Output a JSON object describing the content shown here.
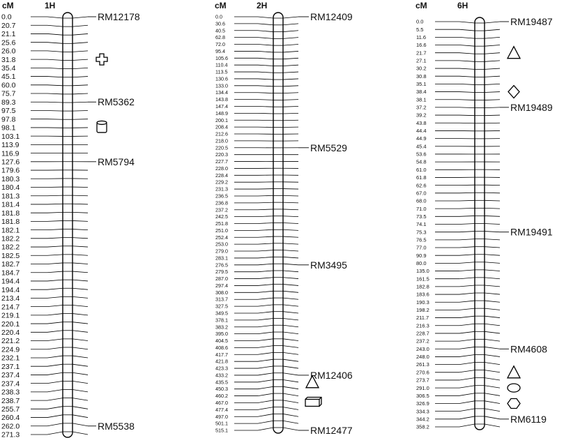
{
  "maps": [
    {
      "title": "1H",
      "unit_label": "cM",
      "positions": [
        "0.0",
        "20.7",
        "21.1",
        "25.6",
        "26.0",
        "31.8",
        "35.4",
        "45.1",
        "60.0",
        "75.7",
        "89.3",
        "97.5",
        "97.8",
        "98.1",
        "103.1",
        "113.9",
        "116.9",
        "127.6",
        "179.6",
        "180.3",
        "180.4",
        "181.3",
        "181.4",
        "181.8",
        "181.8",
        "182.1",
        "182.2",
        "182.2",
        "182.5",
        "182.7",
        "184.7",
        "194.4",
        "194.4",
        "213.4",
        "214.7",
        "219.1",
        "220.1",
        "220.4",
        "221.2",
        "224.9",
        "232.1",
        "237.1",
        "237.4",
        "237.4",
        "238.3",
        "238.7",
        "255.7",
        "260.4",
        "262.0",
        "271.3"
      ],
      "markers": [
        {
          "name": "RM12178",
          "row": 0
        },
        {
          "name": "RM5362",
          "row": 10
        },
        {
          "name": "RM5794",
          "row": 17
        },
        {
          "name": "RM5538",
          "row": 48
        }
      ],
      "symbols": [
        {
          "shape": "cross-symbol",
          "row": 5
        },
        {
          "shape": "cylinder-symbol",
          "row": 13
        }
      ]
    },
    {
      "title": "2H",
      "unit_label": "cM",
      "positions": [
        "0.0",
        "30.6",
        "40.5",
        "62.8",
        "72.0",
        "95.4",
        "105.6",
        "110.4",
        "113.5",
        "130.6",
        "133.0",
        "134.4",
        "143.8",
        "147.4",
        "148.9",
        "200.1",
        "208.4",
        "212.6",
        "218.0",
        "220.5",
        "220.3",
        "227.7",
        "228.0",
        "228.4",
        "229.2",
        "231.3",
        "236.5",
        "236.8",
        "237.2",
        "242.5",
        "251.8",
        "251.0",
        "252.4",
        "253.0",
        "279.0",
        "283.1",
        "276.5",
        "279.5",
        "287.0",
        "297.4",
        "308.0",
        "313.7",
        "327.5",
        "349.5",
        "378.1",
        "383.2",
        "395.0",
        "404.5",
        "408.6",
        "417.7",
        "421.8",
        "423.3",
        "433.2",
        "435.5",
        "450.3",
        "460.2",
        "467.0",
        "477.4",
        "497.0",
        "501.1",
        "515.1"
      ],
      "markers": [
        {
          "name": "RM12409",
          "row": 0
        },
        {
          "name": "RM5529",
          "row": 19
        },
        {
          "name": "RM3495",
          "row": 36
        },
        {
          "name": "RM12406",
          "row": 52
        },
        {
          "name": "RM12477",
          "row": 60
        }
      ],
      "symbols": [
        {
          "shape": "triangle-symbol",
          "row": 53
        },
        {
          "shape": "box-symbol",
          "row": 56
        }
      ]
    },
    {
      "title": "6H",
      "unit_label": "cM",
      "positions": [
        "0.0",
        "5.5",
        "11.6",
        "16.6",
        "21.7",
        "27.1",
        "30.2",
        "30.8",
        "35.1",
        "38.4",
        "38.1",
        "37.2",
        "39.2",
        "43.8",
        "44.4",
        "44.9",
        "45.4",
        "53.6",
        "54.8",
        "61.0",
        "61.8",
        "62.6",
        "67.0",
        "68.0",
        "71.0",
        "73.5",
        "74.1",
        "75.3",
        "76.5",
        "77.0",
        "90.9",
        "80.0",
        "135.0",
        "161.5",
        "182.8",
        "183.6",
        "190.3",
        "198.2",
        "211.7",
        "216.3",
        "228.7",
        "237.2",
        "243.0",
        "248.0",
        "261.3",
        "270.6",
        "273.7",
        "291.0",
        "306.5",
        "326.9",
        "334.3",
        "344.2",
        "358.2"
      ],
      "markers": [
        {
          "name": "RM19487",
          "row": 0
        },
        {
          "name": "RM19489",
          "row": 11
        },
        {
          "name": "RM19491",
          "row": 27
        },
        {
          "name": "RM4608",
          "row": 42
        },
        {
          "name": "RM6119",
          "row": 51
        }
      ],
      "symbols": [
        {
          "shape": "triangle-symbol",
          "row": 4
        },
        {
          "shape": "diamond-symbol",
          "row": 9
        },
        {
          "shape": "triangle-symbol",
          "row": 45
        },
        {
          "shape": "ellipse-symbol",
          "row": 47
        },
        {
          "shape": "hexagon-symbol",
          "row": 49
        }
      ]
    }
  ]
}
